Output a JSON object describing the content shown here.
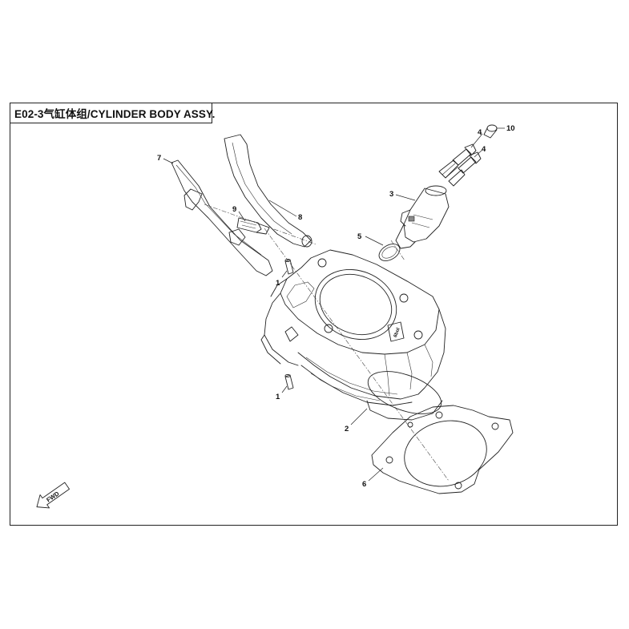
{
  "title": "E02-3气缸体组/CYLINDER BODY ASSY.",
  "fwd_label": "FWD",
  "callouts": {
    "c1a": "1",
    "c1b": "1",
    "c2": "2",
    "c3": "3",
    "c4a": "4",
    "c4b": "4",
    "c5": "5",
    "c6": "6",
    "c7": "7",
    "c8": "8",
    "c9": "9",
    "c10": "10"
  },
  "cylinder_label": "6bol"
}
